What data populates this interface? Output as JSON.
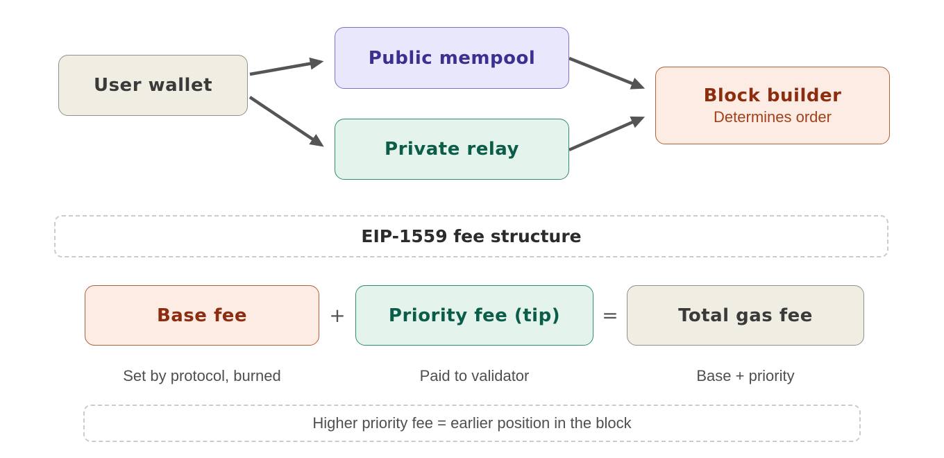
{
  "flow": {
    "user_wallet": {
      "label": "User wallet"
    },
    "public_mempool": {
      "label": "Public mempool"
    },
    "private_relay": {
      "label": "Private relay"
    },
    "block_builder": {
      "label": "Block builder",
      "sublabel": "Determines order"
    }
  },
  "section": {
    "title": "EIP-1559 fee structure"
  },
  "equation": {
    "base_fee": {
      "label": "Base fee",
      "caption": "Set by protocol, burned"
    },
    "plus_sign": "+",
    "priority_fee": {
      "label": "Priority fee (tip)",
      "caption": "Paid to validator"
    },
    "equals_sign": "=",
    "total_fee": {
      "label": "Total gas fee",
      "caption": "Base + priority"
    }
  },
  "note": {
    "text": "Higher priority fee = earlier position in the block"
  },
  "colors": {
    "background": "#ffffff",
    "beige_fill": "#f0ede3",
    "beige_border": "#8f8f8c",
    "neutral_text": "#3a3a3a",
    "lavender_fill": "#e9e7fb",
    "lavender_border": "#7b72c7",
    "indigo_text": "#39308f",
    "mint_fill": "#e4f3eb",
    "mint_border": "#2f8c6e",
    "teal_text": "#0b5d4a",
    "blush_fill": "#fcece4",
    "blush_border": "#ad603c",
    "rust_text": "#8d2d10",
    "rust_subtext": "#a2401c",
    "arrow": "#555555",
    "dashed_border": "#cbcbc7",
    "caption_text": "#4f4f4f",
    "section_title_text": "#2b2b2b"
  }
}
